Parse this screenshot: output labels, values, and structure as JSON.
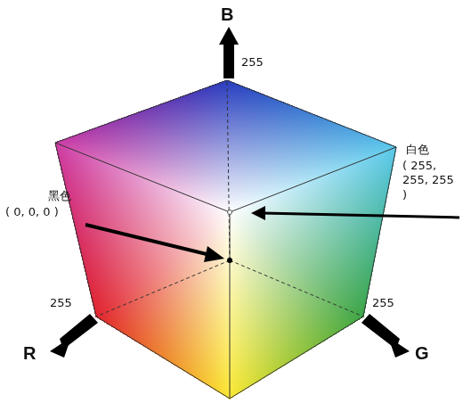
{
  "diagram": {
    "labels": [
      "B",
      "255",
      "白色",
      "( 255, 255, 255 )",
      "黑色",
      "( 0, 0, 0 )",
      "255",
      "R",
      "255",
      "G"
    ]
  }
}
